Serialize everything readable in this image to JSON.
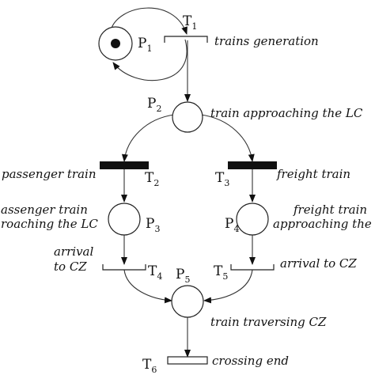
{
  "places": {
    "p1": {
      "name": "P",
      "sub": "1"
    },
    "p2": {
      "name": "P",
      "sub": "2"
    },
    "p3": {
      "name": "P",
      "sub": "3"
    },
    "p4": {
      "name": "P",
      "sub": "4"
    },
    "p5": {
      "name": "P",
      "sub": "5"
    }
  },
  "transitions": {
    "t1": {
      "name": "T",
      "sub": "1"
    },
    "t2": {
      "name": "T",
      "sub": "2"
    },
    "t3": {
      "name": "T",
      "sub": "3"
    },
    "t4": {
      "name": "T",
      "sub": "4"
    },
    "t5": {
      "name": "T",
      "sub": "5"
    },
    "t6": {
      "name": "T",
      "sub": "6"
    }
  },
  "labels": {
    "trains_generation": "trains  generation",
    "train_approaching": "train approaching the LC",
    "passenger_train": "passenger train",
    "freight_train": "freight train",
    "passenger_approach_1": "assenger train",
    "passenger_approach_2": "roaching the LC",
    "freight_approach_1": "freight train",
    "freight_approach_2": "approaching the",
    "arrival_left_1": "arrival",
    "arrival_left_2": "to CZ",
    "arrival_right": "arrival to CZ",
    "traversing": "train traversing CZ",
    "crossing_end": "crossing end"
  },
  "tokens": {
    "p1": 1
  }
}
